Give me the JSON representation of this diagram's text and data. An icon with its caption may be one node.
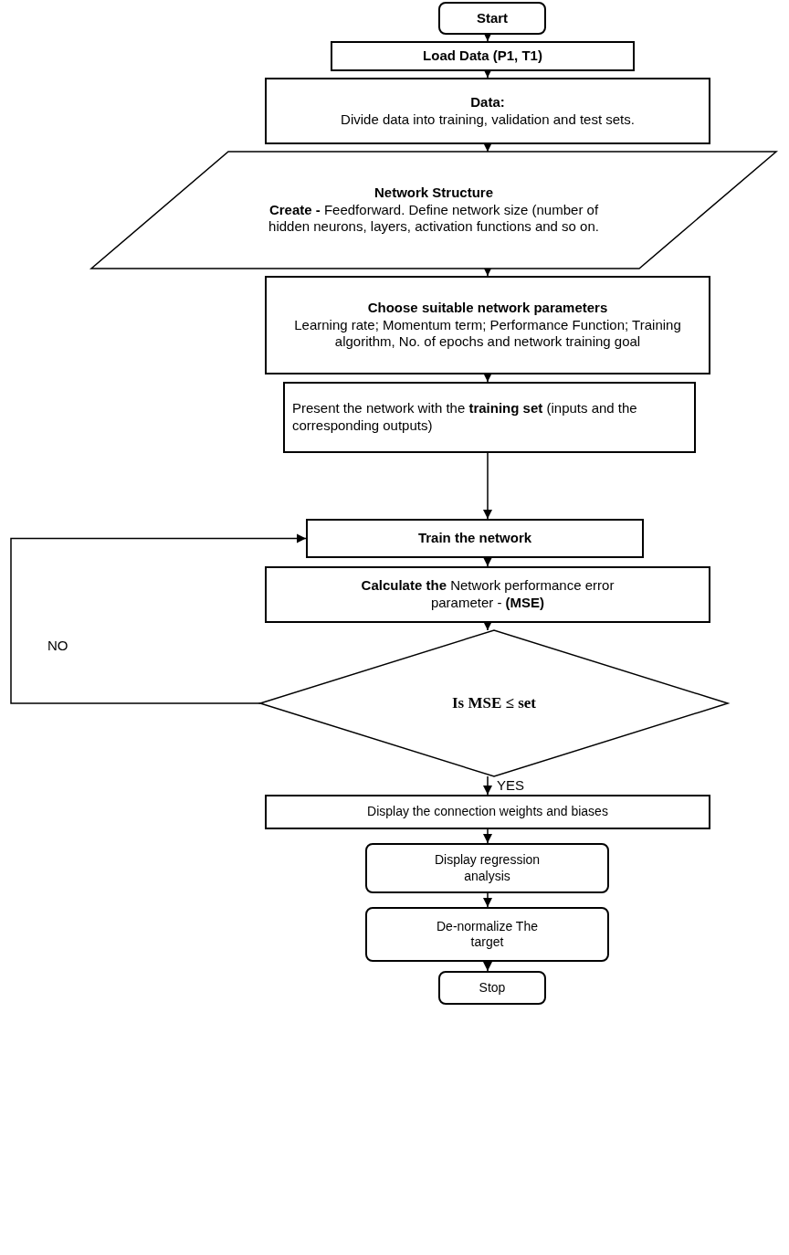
{
  "diagram": {
    "nodes": [
      {
        "text": [
          "Start"
        ]
      },
      {
        "text": [
          "Load Data (P1, T1)"
        ]
      },
      {
        "text": [
          "Data:",
          "Divide data into training, validation and test sets."
        ]
      },
      {
        "text": [
          "Network Structure",
          "**Create -** Feedforward. Define network size (number of hidden neurons, layers, activation functions and so on."
        ]
      },
      {
        "text": [
          "Choose suitable network parameters",
          "Learning rate; Momentum term; Performance Function; Training algorithm, No. of epochs and network training goal"
        ]
      },
      {
        "text": [
          "Present the network with the **training set** (inputs and the corresponding outputs)"
        ]
      },
      {
        "text": [
          "Train the network"
        ]
      },
      {
        "text": [
          "**Calculate the** Network performance error parameter - **(MSE)**"
        ]
      },
      {
        "text": [
          "Is MSE ≤  set"
        ]
      },
      {
        "text": [
          "Display the connection weights and biases"
        ]
      },
      {
        "text": [
          "Display regression analysis"
        ]
      },
      {
        "text": [
          "De-normalize The target"
        ]
      },
      {
        "text": [
          "Stop"
        ]
      }
    ],
    "edges": [
      {
        "from": 0,
        "to": 1,
        "arrow": "to"
      },
      {
        "from": 1,
        "to": 2,
        "arrow": "to"
      },
      {
        "from": 2,
        "to": 3,
        "arrow": "to"
      },
      {
        "from": 3,
        "to": 4,
        "arrow": "to"
      },
      {
        "from": 4,
        "to": 5,
        "arrow": "to"
      },
      {
        "from": 5,
        "to": 6,
        "arrow": "to"
      },
      {
        "from": 6,
        "to": 7,
        "arrow": "to"
      },
      {
        "from": 7,
        "to": 8,
        "arrow": "to"
      },
      {
        "from": 8,
        "to": 6,
        "arrow": "to",
        "label": "NO"
      },
      {
        "from": 8,
        "to": 9,
        "arrow": "to",
        "label": "YES"
      },
      {
        "from": 9,
        "to": 10,
        "arrow": "to"
      },
      {
        "from": 10,
        "to": 11,
        "arrow": "to"
      },
      {
        "from": 11,
        "to": 12,
        "arrow": "to"
      }
    ]
  }
}
